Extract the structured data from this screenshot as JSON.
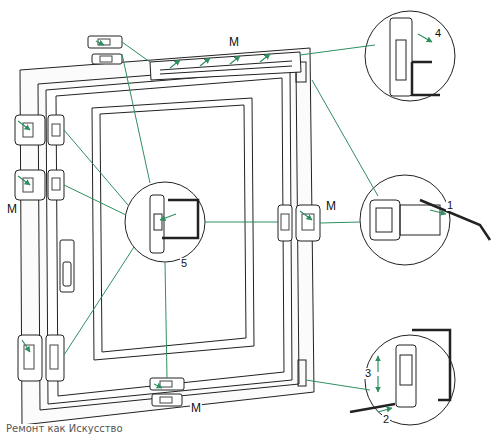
{
  "diagram": {
    "labels": [
      "M",
      "4",
      "1",
      "M",
      "M",
      "5",
      "3",
      "2",
      "M",
      "Ремонт как Искусство"
    ]
  }
}
